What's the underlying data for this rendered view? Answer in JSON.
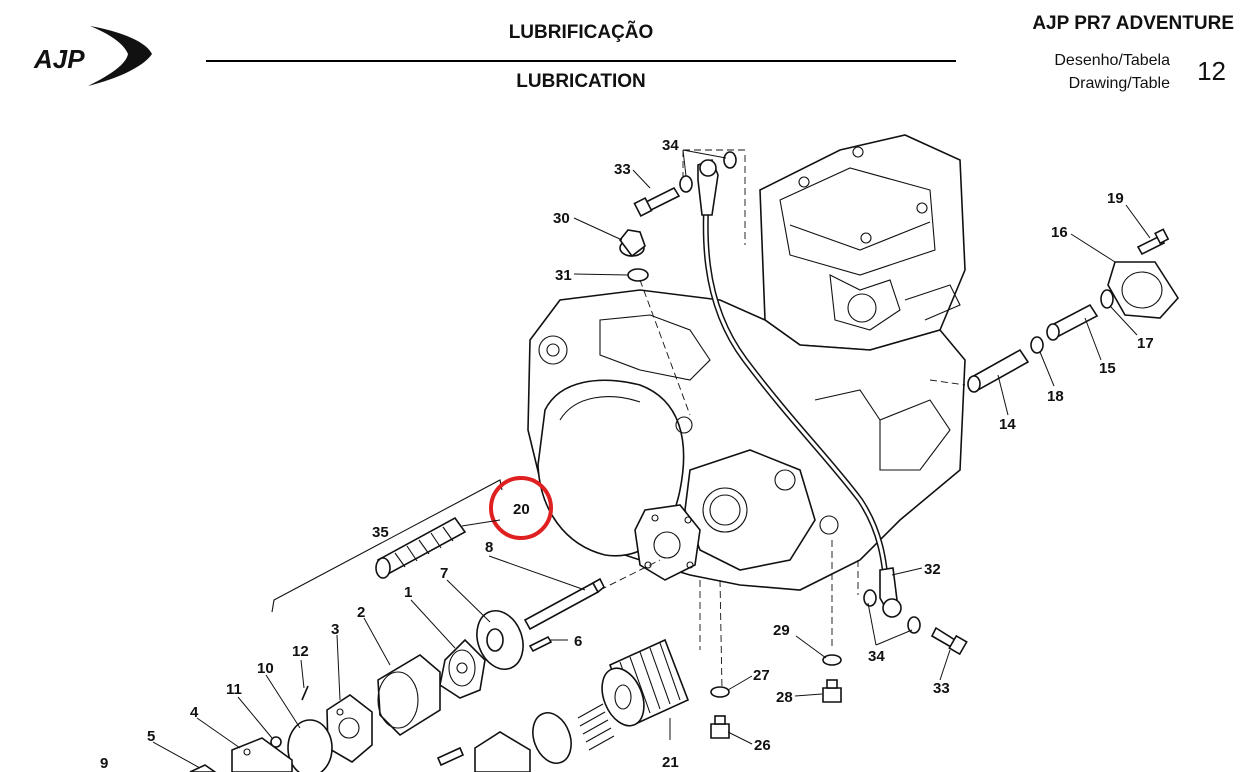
{
  "header": {
    "logo_text": "AJP",
    "title_pt": "LUBRIFICAÇÃO",
    "title_en": "LUBRICATION",
    "model": "AJP PR7 ADVENTURE",
    "drawing_label_pt": "Desenho/Tabela",
    "drawing_label_en": "Drawing/Table",
    "page_number": "12"
  },
  "highlight": {
    "part": "20",
    "color": "#e02020"
  },
  "parts": {
    "p1": "1",
    "p2": "2",
    "p3": "3",
    "p4": "4",
    "p5": "5",
    "p6": "6",
    "p7": "7",
    "p8": "8",
    "p9": "9",
    "p10": "10",
    "p11": "11",
    "p12": "12",
    "p14": "14",
    "p15": "15",
    "p16": "16",
    "p17": "17",
    "p18": "18",
    "p19": "19",
    "p20": "20",
    "p21": "21",
    "p26": "26",
    "p27": "27",
    "p28": "28",
    "p29": "29",
    "p30": "30",
    "p31": "31",
    "p32": "32",
    "p33a": "33",
    "p33b": "33",
    "p34a": "34",
    "p34b": "34",
    "p35": "35"
  }
}
